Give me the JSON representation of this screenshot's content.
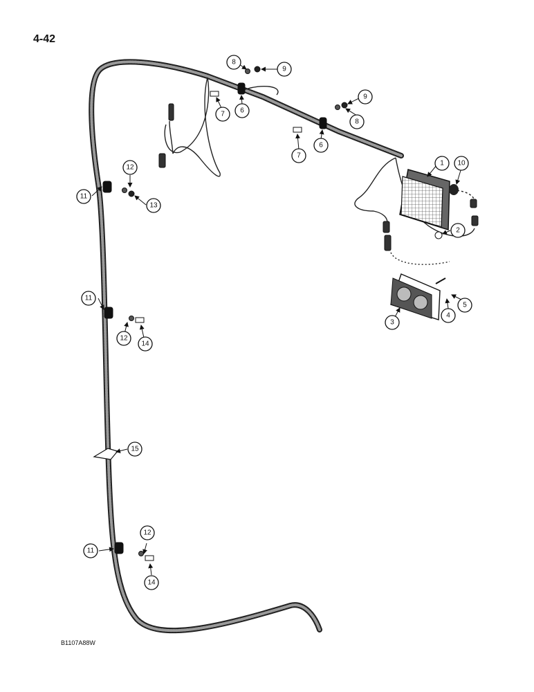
{
  "page_number": "4-42",
  "figure_code": "B1107A88W",
  "callouts": [
    "1",
    "2",
    "3",
    "4",
    "5",
    "6",
    "6",
    "7",
    "7",
    "8",
    "8",
    "9",
    "9",
    "10",
    "11",
    "11",
    "11",
    "12",
    "12",
    "12",
    "13",
    "14",
    "14",
    "15"
  ]
}
